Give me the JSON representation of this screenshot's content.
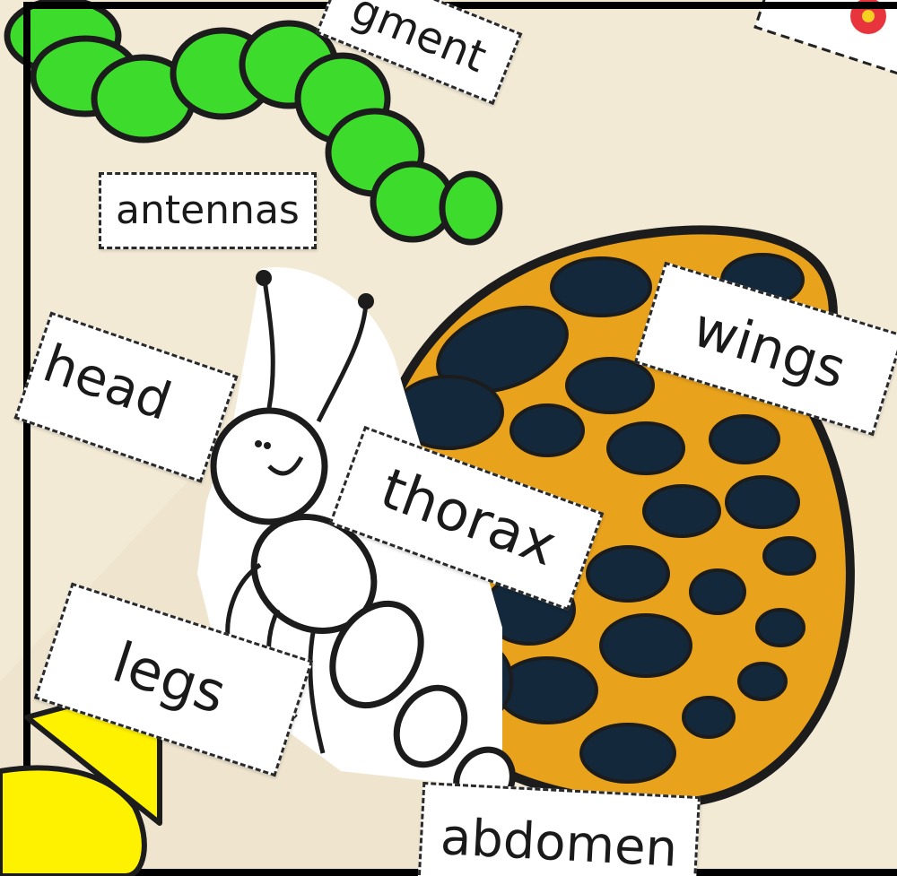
{
  "labels": {
    "segment": "gment",
    "antennas": "antennas",
    "head": "head",
    "wings": "wings",
    "thorax": "thorax",
    "legs": "legs",
    "abdomen": "abdomen"
  },
  "colors": {
    "background_paper": "#f3ead6",
    "caterpillar_green": "#3ddc2c",
    "wing_orange": "#e9a21c",
    "wing_spots": "#13283a",
    "outline": "#1c1c1c",
    "pointer_yellow": "#fff200",
    "frame": "#000000"
  },
  "icons": {
    "pointer": "yellow-arrow-pointer"
  }
}
